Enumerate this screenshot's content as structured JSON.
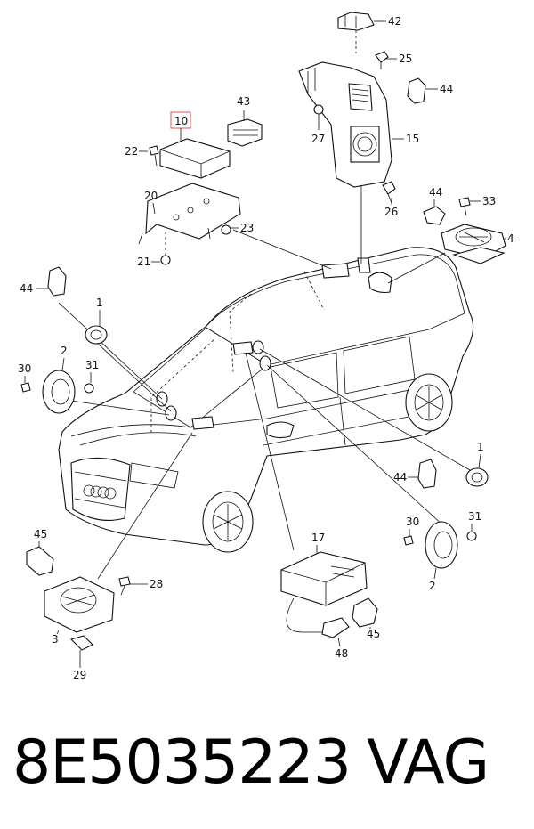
{
  "diagram": {
    "callouts": [
      {
        "id": "c42",
        "text": "42"
      },
      {
        "id": "c25",
        "text": "25"
      },
      {
        "id": "c44a",
        "text": "44"
      },
      {
        "id": "c27",
        "text": "27"
      },
      {
        "id": "c15",
        "text": "15"
      },
      {
        "id": "c43",
        "text": "43"
      },
      {
        "id": "c10",
        "text": "10"
      },
      {
        "id": "c22",
        "text": "22"
      },
      {
        "id": "c20",
        "text": "20"
      },
      {
        "id": "c23",
        "text": "23"
      },
      {
        "id": "c21",
        "text": "21"
      },
      {
        "id": "c26",
        "text": "26"
      },
      {
        "id": "c44b",
        "text": "44"
      },
      {
        "id": "c33",
        "text": "33"
      },
      {
        "id": "c4",
        "text": "4"
      },
      {
        "id": "c44c",
        "text": "44"
      },
      {
        "id": "c1a",
        "text": "1"
      },
      {
        "id": "c2a",
        "text": "2"
      },
      {
        "id": "c30a",
        "text": "30"
      },
      {
        "id": "c31a",
        "text": "31"
      },
      {
        "id": "c1b",
        "text": "1"
      },
      {
        "id": "c44d",
        "text": "44"
      },
      {
        "id": "c30b",
        "text": "30"
      },
      {
        "id": "c31b",
        "text": "31"
      },
      {
        "id": "c2b",
        "text": "2"
      },
      {
        "id": "c45a",
        "text": "45"
      },
      {
        "id": "c28",
        "text": "28"
      },
      {
        "id": "c3",
        "text": "3"
      },
      {
        "id": "c29",
        "text": "29"
      },
      {
        "id": "c17",
        "text": "17"
      },
      {
        "id": "c45b",
        "text": "45"
      },
      {
        "id": "c48",
        "text": "48"
      }
    ],
    "highlight_color": "#e0565b"
  },
  "caption": {
    "part_number": "8E5035223",
    "brand": "VAG"
  }
}
